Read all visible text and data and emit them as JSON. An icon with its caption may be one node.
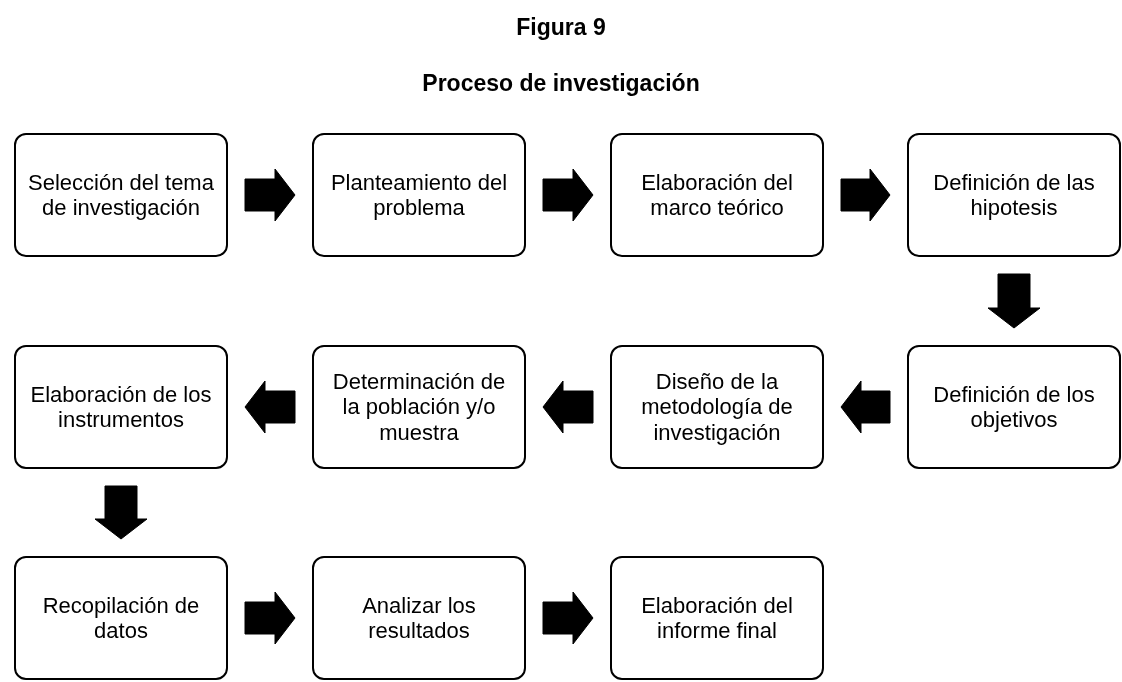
{
  "diagram": {
    "title": "Figura 9",
    "labels": [
      "Proceso de investigación"
    ],
    "nodes": [
      {
        "text": [
          "Selección del tema de investigación"
        ]
      },
      {
        "text": [
          "Planteamiento del problema"
        ]
      },
      {
        "text": [
          "Elaboración del marco teórico"
        ]
      },
      {
        "text": [
          "Definición de las hipotesis"
        ]
      },
      {
        "text": [
          "Elaboración de los instrumentos"
        ]
      },
      {
        "text": [
          "Determinación de la población y/o muestra"
        ]
      },
      {
        "text": [
          "Diseño de la metodología de investigación"
        ]
      },
      {
        "text": [
          "Definición de los objetivos"
        ]
      },
      {
        "text": [
          "Recopilación de datos"
        ]
      },
      {
        "text": [
          "Analizar los resultados"
        ]
      },
      {
        "text": [
          "Elaboración del informe final"
        ]
      }
    ],
    "edges": [
      {
        "from": 0,
        "to": 1,
        "arrow": "to"
      },
      {
        "from": 1,
        "to": 2,
        "arrow": "to"
      },
      {
        "from": 2,
        "to": 3,
        "arrow": "to"
      },
      {
        "from": 3,
        "to": 7,
        "arrow": "to"
      },
      {
        "from": 7,
        "to": 6,
        "arrow": "to"
      },
      {
        "from": 6,
        "to": 5,
        "arrow": "to"
      },
      {
        "from": 5,
        "to": 4,
        "arrow": "to"
      },
      {
        "from": 4,
        "to": 8,
        "arrow": "to"
      },
      {
        "from": 8,
        "to": 9,
        "arrow": "to"
      },
      {
        "from": 9,
        "to": 10,
        "arrow": "to"
      }
    ]
  }
}
